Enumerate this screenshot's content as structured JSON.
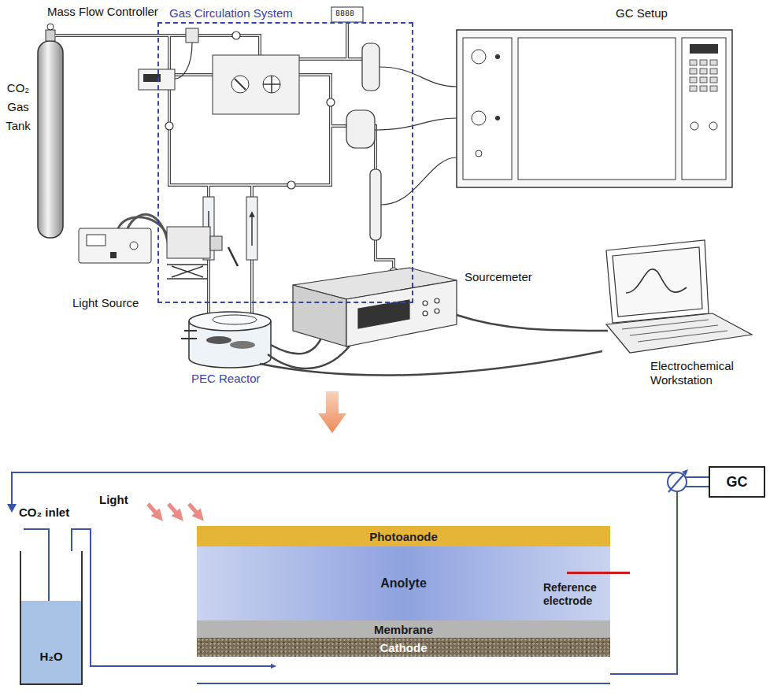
{
  "diagram": {
    "nodes": [
      {
        "text": [
          "Gas Circulation System"
        ]
      },
      {
        "text": [
          "GC"
        ]
      },
      {
        "text": [
          "H₂O"
        ]
      },
      {
        "text": [
          "Photoanode"
        ]
      },
      {
        "text": [
          "Anolyte",
          "Reference electrode"
        ]
      },
      {
        "text": [
          "Membrane"
        ]
      },
      {
        "text": [
          "Cathode"
        ]
      }
    ],
    "edges": [
      {
        "from": 2,
        "to": 6,
        "arrow": "to"
      },
      {
        "from": 6,
        "to": 1,
        "arrow": "none"
      }
    ],
    "labels": [
      "Mass Flow Controller",
      "8888",
      "GC Setup",
      "CO₂ Gas Tank",
      "Light Source",
      "Sourcemeter",
      "PEC Reactor",
      "Electrochemical Workstation",
      "Light",
      "CO₂ inlet"
    ]
  }
}
